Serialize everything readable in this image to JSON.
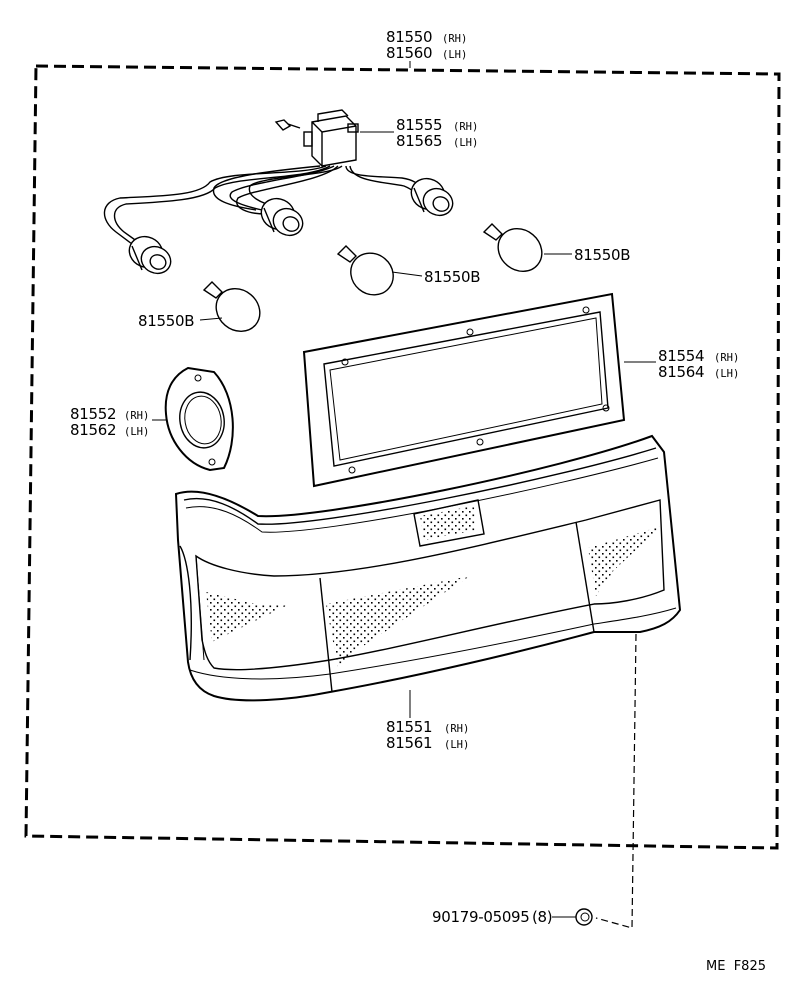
{
  "callouts": {
    "assembly": {
      "part": "81550",
      "part_lh": "81560",
      "rh": "(RH)",
      "lh": "(LH)"
    },
    "socket_cord": {
      "part": "81555",
      "part_lh": "81565",
      "rh": "(RH)",
      "lh": "(LH)"
    },
    "bulb_center": {
      "part": "81550B"
    },
    "bulb_right": {
      "part": "81550B"
    },
    "bulb_left": {
      "part": "81550B"
    },
    "lens_gasket": {
      "part": "81554",
      "part_lh": "81564",
      "rh": "(RH)",
      "lh": "(LH)"
    },
    "bulb_gasket": {
      "part": "81552",
      "part_lh": "81562",
      "rh": "(RH)",
      "lh": "(LH)"
    },
    "lens": {
      "part": "81551",
      "part_lh": "81561",
      "rh": "(RH)",
      "lh": "(LH)"
    },
    "nut": {
      "part": "90179-05095",
      "qty": "(8)"
    }
  },
  "footer": {
    "code": "ME  F825"
  }
}
